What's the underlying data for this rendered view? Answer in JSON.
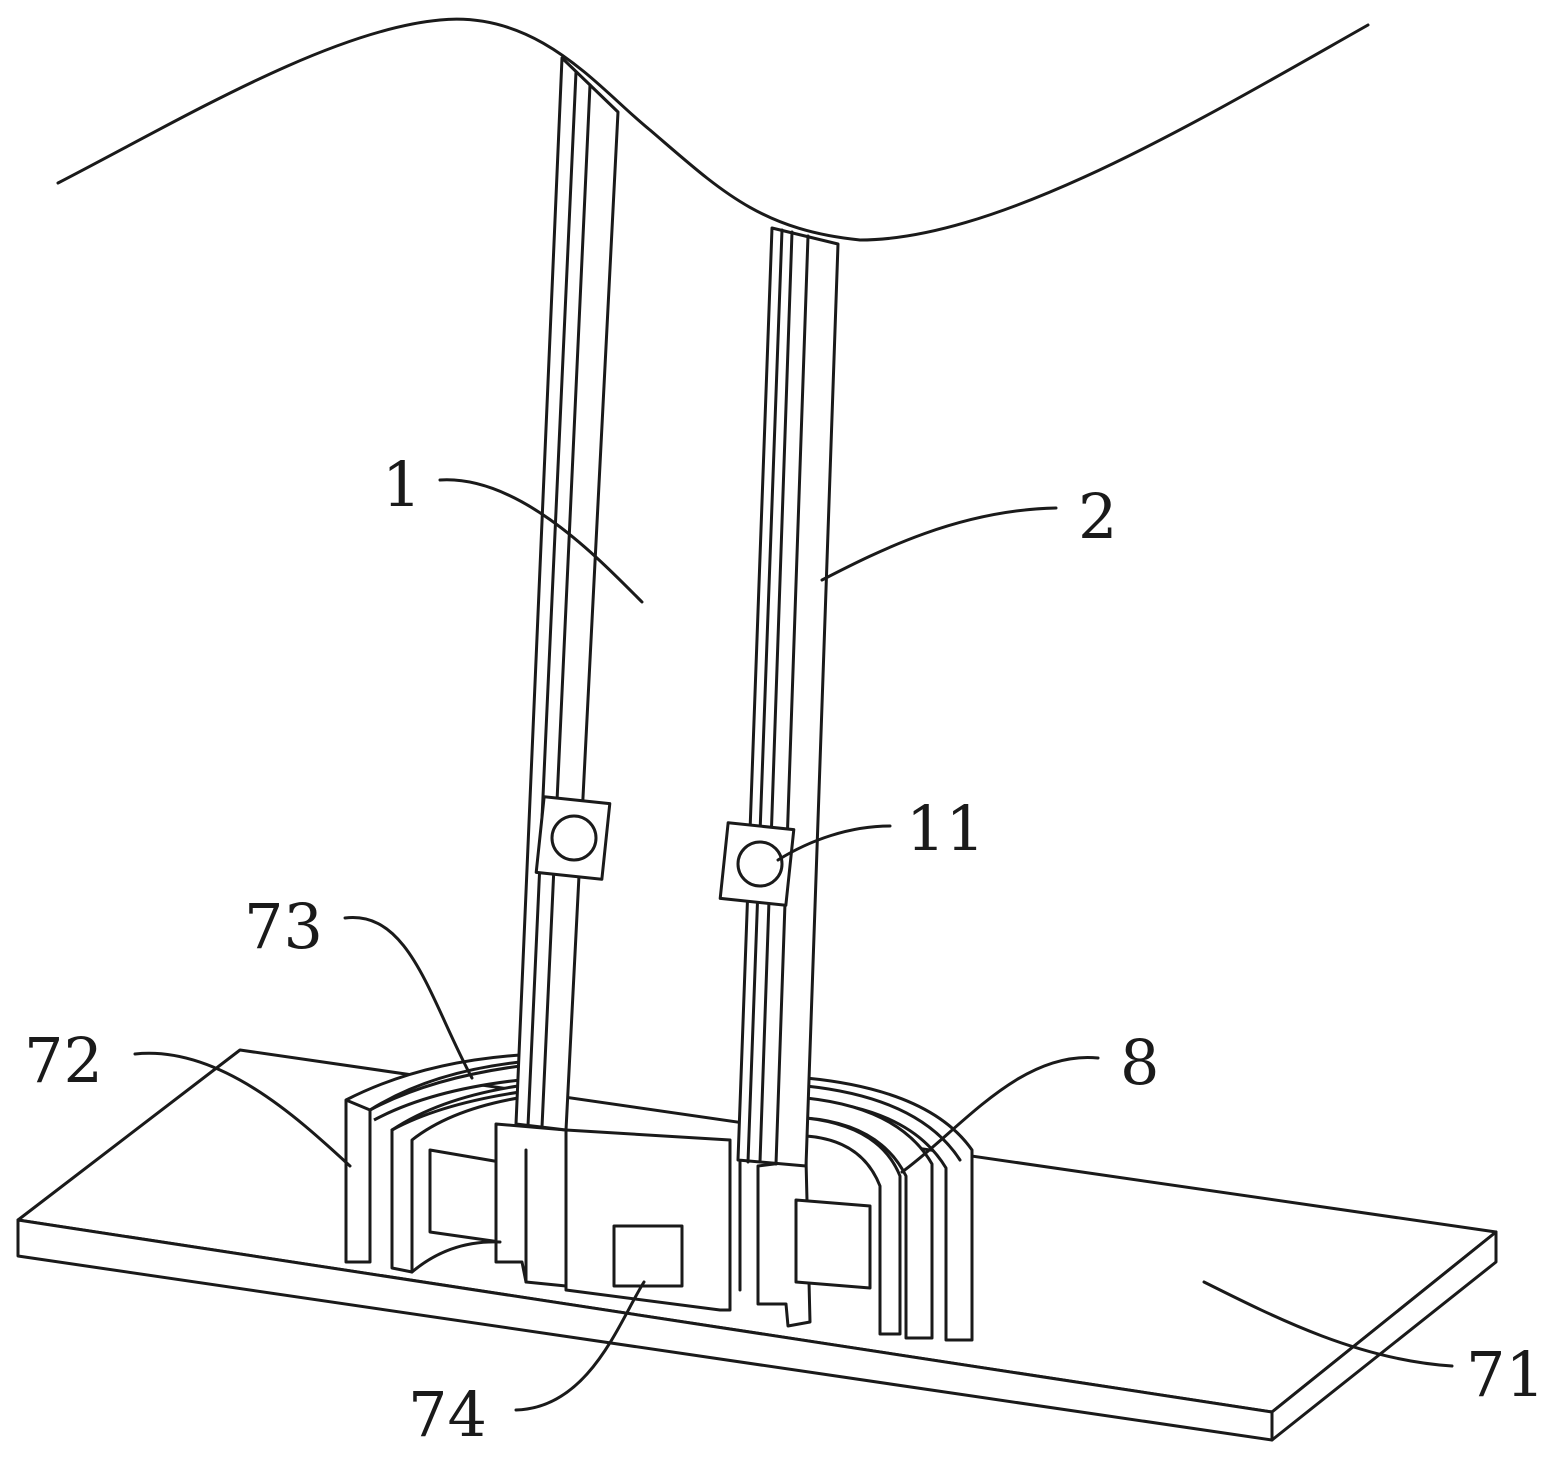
{
  "labels": {
    "l1": "1",
    "l2": "2",
    "l11": "11",
    "l73": "73",
    "l72": "72",
    "l8": "8",
    "l74": "74",
    "l71": "71"
  }
}
